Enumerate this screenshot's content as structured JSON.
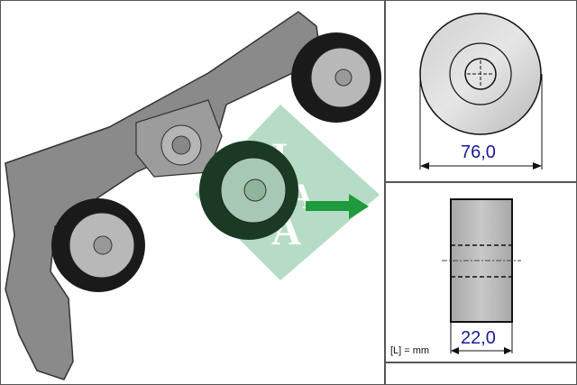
{
  "brand": {
    "logo_letters": [
      "I",
      "N",
      "A"
    ],
    "logo_color": "#b7dcc5",
    "arrow_color": "#1f9a3c"
  },
  "front_view": {
    "diameter_label": "76,0"
  },
  "side_view": {
    "width_label": "22,0"
  },
  "units": {
    "label": "[L] = mm"
  },
  "footer": {
    "text": ""
  }
}
